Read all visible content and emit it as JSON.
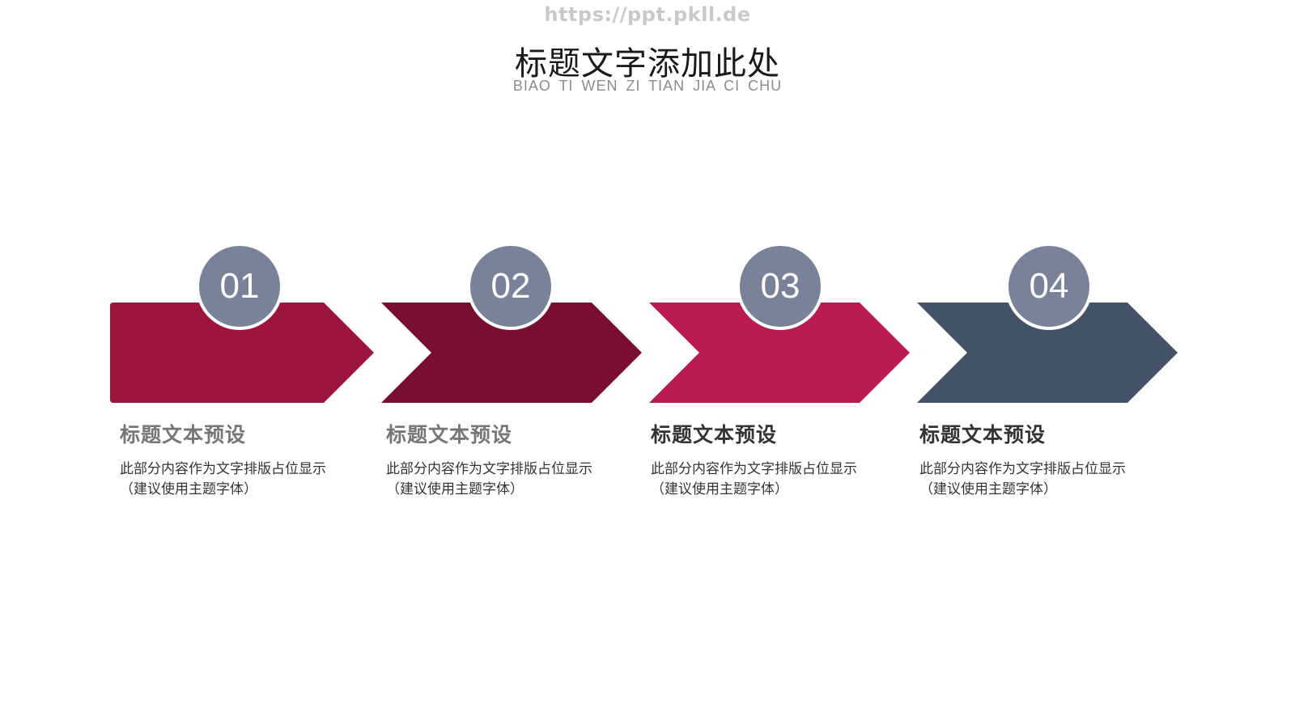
{
  "watermark": "https://ppt.pkll.de",
  "title": "标题文字添加此处",
  "subtitle": "BIAO TI WEN ZI TIAN JIA CI CHU",
  "colors": {
    "badge": "#78839a",
    "step1": "#9b153d",
    "step2": "#7a0e30",
    "step3": "#bb1b50",
    "step4": "#445268",
    "title_gray": "#767676",
    "title_dark": "#333333"
  },
  "steps": [
    {
      "number": "01",
      "title": "标题文本预设",
      "desc_line1": "此部分内容作为文字排版占位显示",
      "desc_line2": "（建议使用主题字体）"
    },
    {
      "number": "02",
      "title": "标题文本预设",
      "desc_line1": "此部分内容作为文字排版占位显示",
      "desc_line2": "（建议使用主题字体）"
    },
    {
      "number": "03",
      "title": "标题文本预设",
      "desc_line1": "此部分内容作为文字排版占位显示",
      "desc_line2": "（建议使用主题字体）"
    },
    {
      "number": "04",
      "title": "标题文本预设",
      "desc_line1": "此部分内容作为文字排版占位显示",
      "desc_line2": "（建议使用主题字体）"
    }
  ]
}
